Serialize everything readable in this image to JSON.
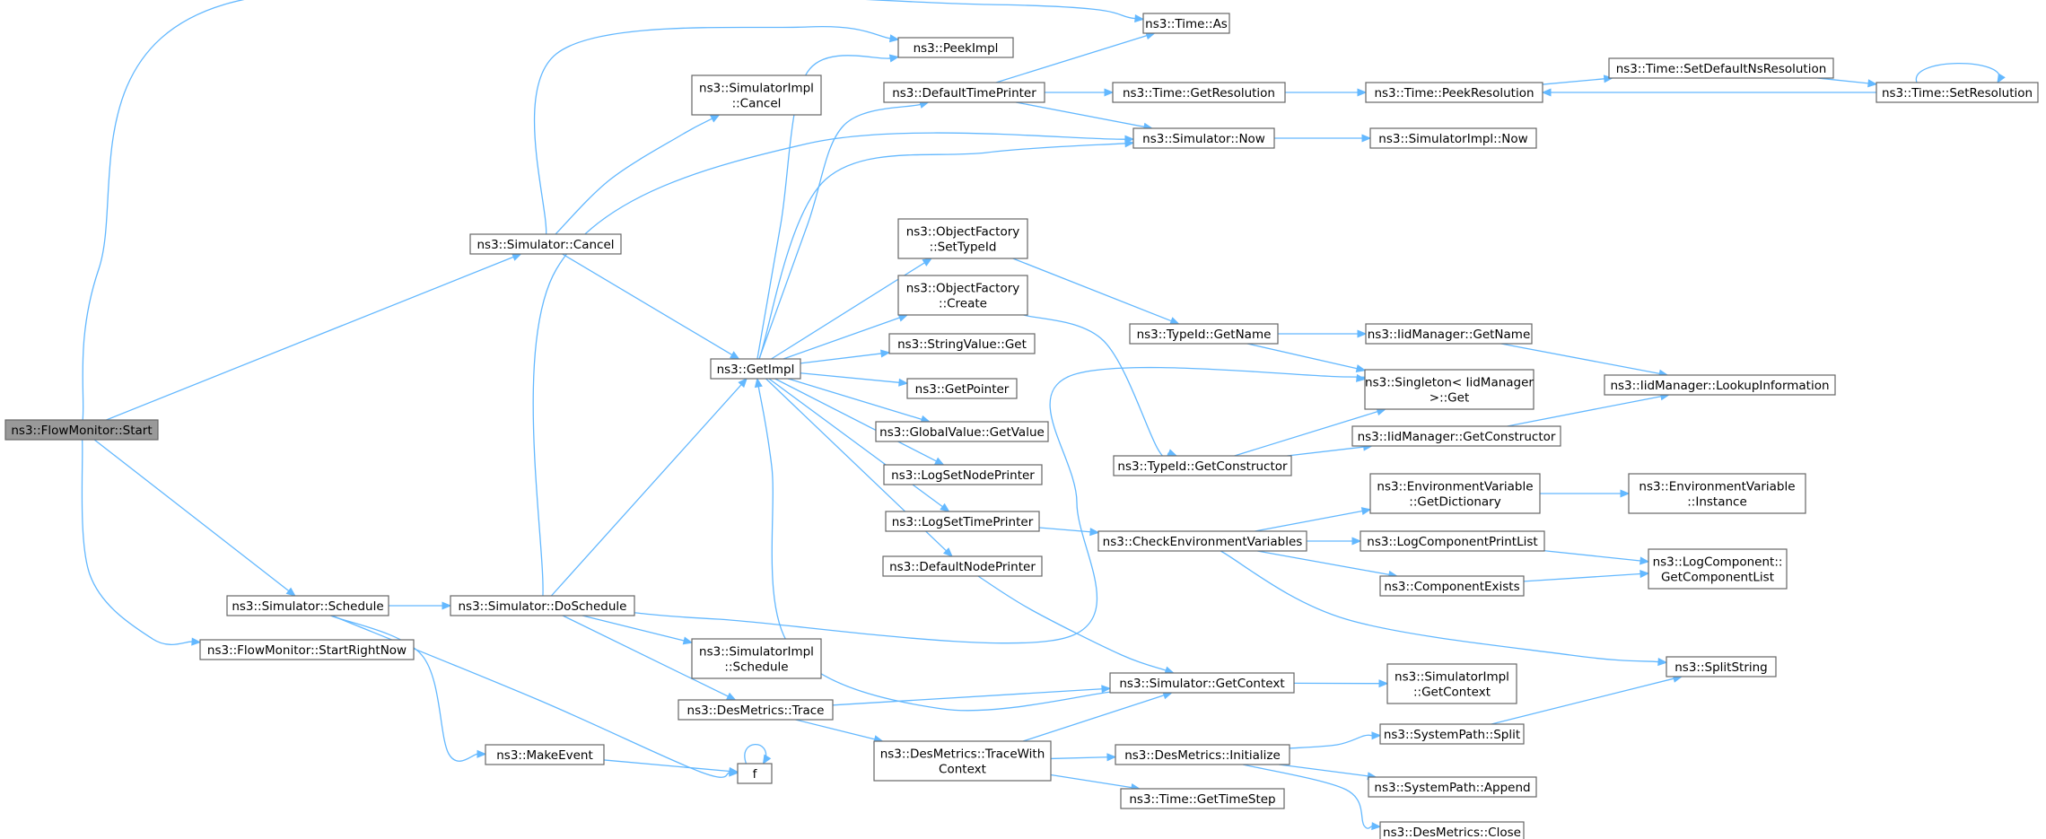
{
  "nodes": [
    {
      "id": "start",
      "lines": [
        "ns3::FlowMonitor::Start"
      ],
      "root": true
    },
    {
      "id": "time_as",
      "lines": [
        "ns3::Time::As"
      ]
    },
    {
      "id": "peekimpl",
      "lines": [
        "ns3::PeekImpl"
      ]
    },
    {
      "id": "simimpl_cancel",
      "lines": [
        "ns3::SimulatorImpl",
        "::Cancel"
      ]
    },
    {
      "id": "sim_cancel",
      "lines": [
        "ns3::Simulator::Cancel"
      ]
    },
    {
      "id": "getimpl",
      "lines": [
        "ns3::GetImpl"
      ]
    },
    {
      "id": "defaulttimeprinter",
      "lines": [
        "ns3::DefaultTimePrinter"
      ]
    },
    {
      "id": "time_getresolution",
      "lines": [
        "ns3::Time::GetResolution"
      ]
    },
    {
      "id": "time_peekresolution",
      "lines": [
        "ns3::Time::PeekResolution"
      ]
    },
    {
      "id": "time_setdefaultns",
      "lines": [
        "ns3::Time::SetDefaultNsResolution"
      ]
    },
    {
      "id": "time_setresolution",
      "lines": [
        "ns3::Time::SetResolution"
      ]
    },
    {
      "id": "sim_now",
      "lines": [
        "ns3::Simulator::Now"
      ]
    },
    {
      "id": "simimpl_now",
      "lines": [
        "ns3::SimulatorImpl::Now"
      ]
    },
    {
      "id": "of_settypeid",
      "lines": [
        "ns3::ObjectFactory",
        "::SetTypeId"
      ]
    },
    {
      "id": "of_create",
      "lines": [
        "ns3::ObjectFactory",
        "::Create"
      ]
    },
    {
      "id": "typeid_getname",
      "lines": [
        "ns3::TypeId::GetName"
      ]
    },
    {
      "id": "iidm_getname",
      "lines": [
        "ns3::IidManager::GetName"
      ]
    },
    {
      "id": "stringvalue_get",
      "lines": [
        "ns3::StringValue::Get"
      ]
    },
    {
      "id": "singleton_get",
      "lines": [
        "ns3::Singleton< IidManager",
        " >::Get"
      ]
    },
    {
      "id": "iidm_lookup",
      "lines": [
        "ns3::IidManager::LookupInformation"
      ]
    },
    {
      "id": "getpointer",
      "lines": [
        "ns3::GetPointer"
      ]
    },
    {
      "id": "iidm_getconstructor",
      "lines": [
        "ns3::IidManager::GetConstructor"
      ]
    },
    {
      "id": "globalvalue_getvalue",
      "lines": [
        "ns3::GlobalValue::GetValue"
      ]
    },
    {
      "id": "typeid_getconstructor",
      "lines": [
        "ns3::TypeId::GetConstructor"
      ]
    },
    {
      "id": "logsetnodeprinter",
      "lines": [
        "ns3::LogSetNodePrinter"
      ]
    },
    {
      "id": "envvar_getdict",
      "lines": [
        "ns3::EnvironmentVariable",
        "::GetDictionary"
      ]
    },
    {
      "id": "envvar_instance",
      "lines": [
        "ns3::EnvironmentVariable",
        "::Instance"
      ]
    },
    {
      "id": "logsettimeprinter",
      "lines": [
        "ns3::LogSetTimePrinter"
      ]
    },
    {
      "id": "checkenv",
      "lines": [
        "ns3::CheckEnvironmentVariables"
      ]
    },
    {
      "id": "logcompprintlist",
      "lines": [
        "ns3::LogComponentPrintList"
      ]
    },
    {
      "id": "logcomp_getlist",
      "lines": [
        "ns3::LogComponent::",
        "GetComponentList"
      ]
    },
    {
      "id": "defaultnodeprinter",
      "lines": [
        "ns3::DefaultNodePrinter"
      ]
    },
    {
      "id": "componentexists",
      "lines": [
        "ns3::ComponentExists"
      ]
    },
    {
      "id": "sim_schedule",
      "lines": [
        "ns3::Simulator::Schedule"
      ]
    },
    {
      "id": "sim_doschedule",
      "lines": [
        "ns3::Simulator::DoSchedule"
      ]
    },
    {
      "id": "startrightnow",
      "lines": [
        "ns3::FlowMonitor::StartRightNow"
      ]
    },
    {
      "id": "simimpl_schedule",
      "lines": [
        "ns3::SimulatorImpl",
        "::Schedule"
      ]
    },
    {
      "id": "splitstring",
      "lines": [
        "ns3::SplitString"
      ]
    },
    {
      "id": "sim_getcontext",
      "lines": [
        "ns3::Simulator::GetContext"
      ]
    },
    {
      "id": "simimpl_getcontext",
      "lines": [
        "ns3::SimulatorImpl",
        "::GetContext"
      ]
    },
    {
      "id": "desmetrics_trace",
      "lines": [
        "ns3::DesMetrics::Trace"
      ]
    },
    {
      "id": "systempath_split",
      "lines": [
        "ns3::SystemPath::Split"
      ]
    },
    {
      "id": "makeevent",
      "lines": [
        "ns3::MakeEvent"
      ]
    },
    {
      "id": "desmetrics_tracewithcontext",
      "lines": [
        "ns3::DesMetrics::TraceWith",
        "Context"
      ]
    },
    {
      "id": "desmetrics_initialize",
      "lines": [
        "ns3::DesMetrics::Initialize"
      ]
    },
    {
      "id": "f",
      "lines": [
        "f"
      ]
    },
    {
      "id": "systempath_append",
      "lines": [
        "ns3::SystemPath::Append"
      ]
    },
    {
      "id": "time_gettimestep",
      "lines": [
        "ns3::Time::GetTimeStep"
      ]
    },
    {
      "id": "desmetrics_close",
      "lines": [
        "ns3::DesMetrics::Close"
      ]
    }
  ],
  "edges": [
    [
      "start",
      "time_as"
    ],
    [
      "start",
      "sim_cancel"
    ],
    [
      "start",
      "sim_schedule"
    ],
    [
      "start",
      "startrightnow"
    ],
    [
      "sim_cancel",
      "peekimpl"
    ],
    [
      "sim_cancel",
      "simimpl_cancel"
    ],
    [
      "sim_cancel",
      "getimpl"
    ],
    [
      "getimpl",
      "peekimpl"
    ],
    [
      "getimpl",
      "defaulttimeprinter"
    ],
    [
      "getimpl",
      "sim_now"
    ],
    [
      "getimpl",
      "of_settypeid"
    ],
    [
      "getimpl",
      "of_create"
    ],
    [
      "getimpl",
      "stringvalue_get"
    ],
    [
      "getimpl",
      "getpointer"
    ],
    [
      "getimpl",
      "globalvalue_getvalue"
    ],
    [
      "getimpl",
      "logsetnodeprinter"
    ],
    [
      "getimpl",
      "logsettimeprinter"
    ],
    [
      "getimpl",
      "defaultnodeprinter"
    ],
    [
      "defaulttimeprinter",
      "time_as"
    ],
    [
      "defaulttimeprinter",
      "time_getresolution"
    ],
    [
      "defaulttimeprinter",
      "sim_now"
    ],
    [
      "time_getresolution",
      "time_peekresolution"
    ],
    [
      "time_peekresolution",
      "time_setdefaultns"
    ],
    [
      "time_setdefaultns",
      "time_setresolution"
    ],
    [
      "time_setresolution",
      "time_peekresolution"
    ],
    [
      "time_setresolution",
      "time_setresolution"
    ],
    [
      "sim_now",
      "simimpl_now"
    ],
    [
      "of_settypeid",
      "typeid_getname"
    ],
    [
      "of_create",
      "typeid_getconstructor"
    ],
    [
      "typeid_getname",
      "iidm_getname"
    ],
    [
      "typeid_getname",
      "singleton_get"
    ],
    [
      "iidm_getname",
      "iidm_lookup"
    ],
    [
      "typeid_getconstructor",
      "singleton_get"
    ],
    [
      "typeid_getconstructor",
      "iidm_getconstructor"
    ],
    [
      "iidm_getconstructor",
      "iidm_lookup"
    ],
    [
      "logsettimeprinter",
      "checkenv"
    ],
    [
      "checkenv",
      "envvar_getdict"
    ],
    [
      "checkenv",
      "logcompprintlist"
    ],
    [
      "checkenv",
      "componentexists"
    ],
    [
      "checkenv",
      "splitstring"
    ],
    [
      "envvar_getdict",
      "envvar_instance"
    ],
    [
      "logcompprintlist",
      "logcomp_getlist"
    ],
    [
      "componentexists",
      "logcomp_getlist"
    ],
    [
      "defaultnodeprinter",
      "sim_getcontext"
    ],
    [
      "sim_getcontext",
      "getimpl"
    ],
    [
      "sim_getcontext",
      "simimpl_getcontext"
    ],
    [
      "sim_schedule",
      "sim_doschedule"
    ],
    [
      "sim_schedule",
      "makeevent"
    ],
    [
      "sim_schedule",
      "f"
    ],
    [
      "sim_doschedule",
      "sim_now"
    ],
    [
      "sim_doschedule",
      "getimpl"
    ],
    [
      "sim_doschedule",
      "singleton_get"
    ],
    [
      "sim_doschedule",
      "simimpl_schedule"
    ],
    [
      "sim_doschedule",
      "desmetrics_trace"
    ],
    [
      "desmetrics_trace",
      "sim_getcontext"
    ],
    [
      "desmetrics_trace",
      "desmetrics_tracewithcontext"
    ],
    [
      "desmetrics_tracewithcontext",
      "sim_getcontext"
    ],
    [
      "desmetrics_tracewithcontext",
      "desmetrics_initialize"
    ],
    [
      "desmetrics_tracewithcontext",
      "time_gettimestep"
    ],
    [
      "desmetrics_initialize",
      "systempath_split"
    ],
    [
      "desmetrics_initialize",
      "systempath_append"
    ],
    [
      "desmetrics_initialize",
      "desmetrics_close"
    ],
    [
      "systempath_split",
      "splitstring"
    ],
    [
      "makeevent",
      "f"
    ],
    [
      "f",
      "f"
    ]
  ],
  "colors": {
    "edge": "#63b8ff",
    "node_border": "#666666",
    "root_fill": "#999999"
  }
}
